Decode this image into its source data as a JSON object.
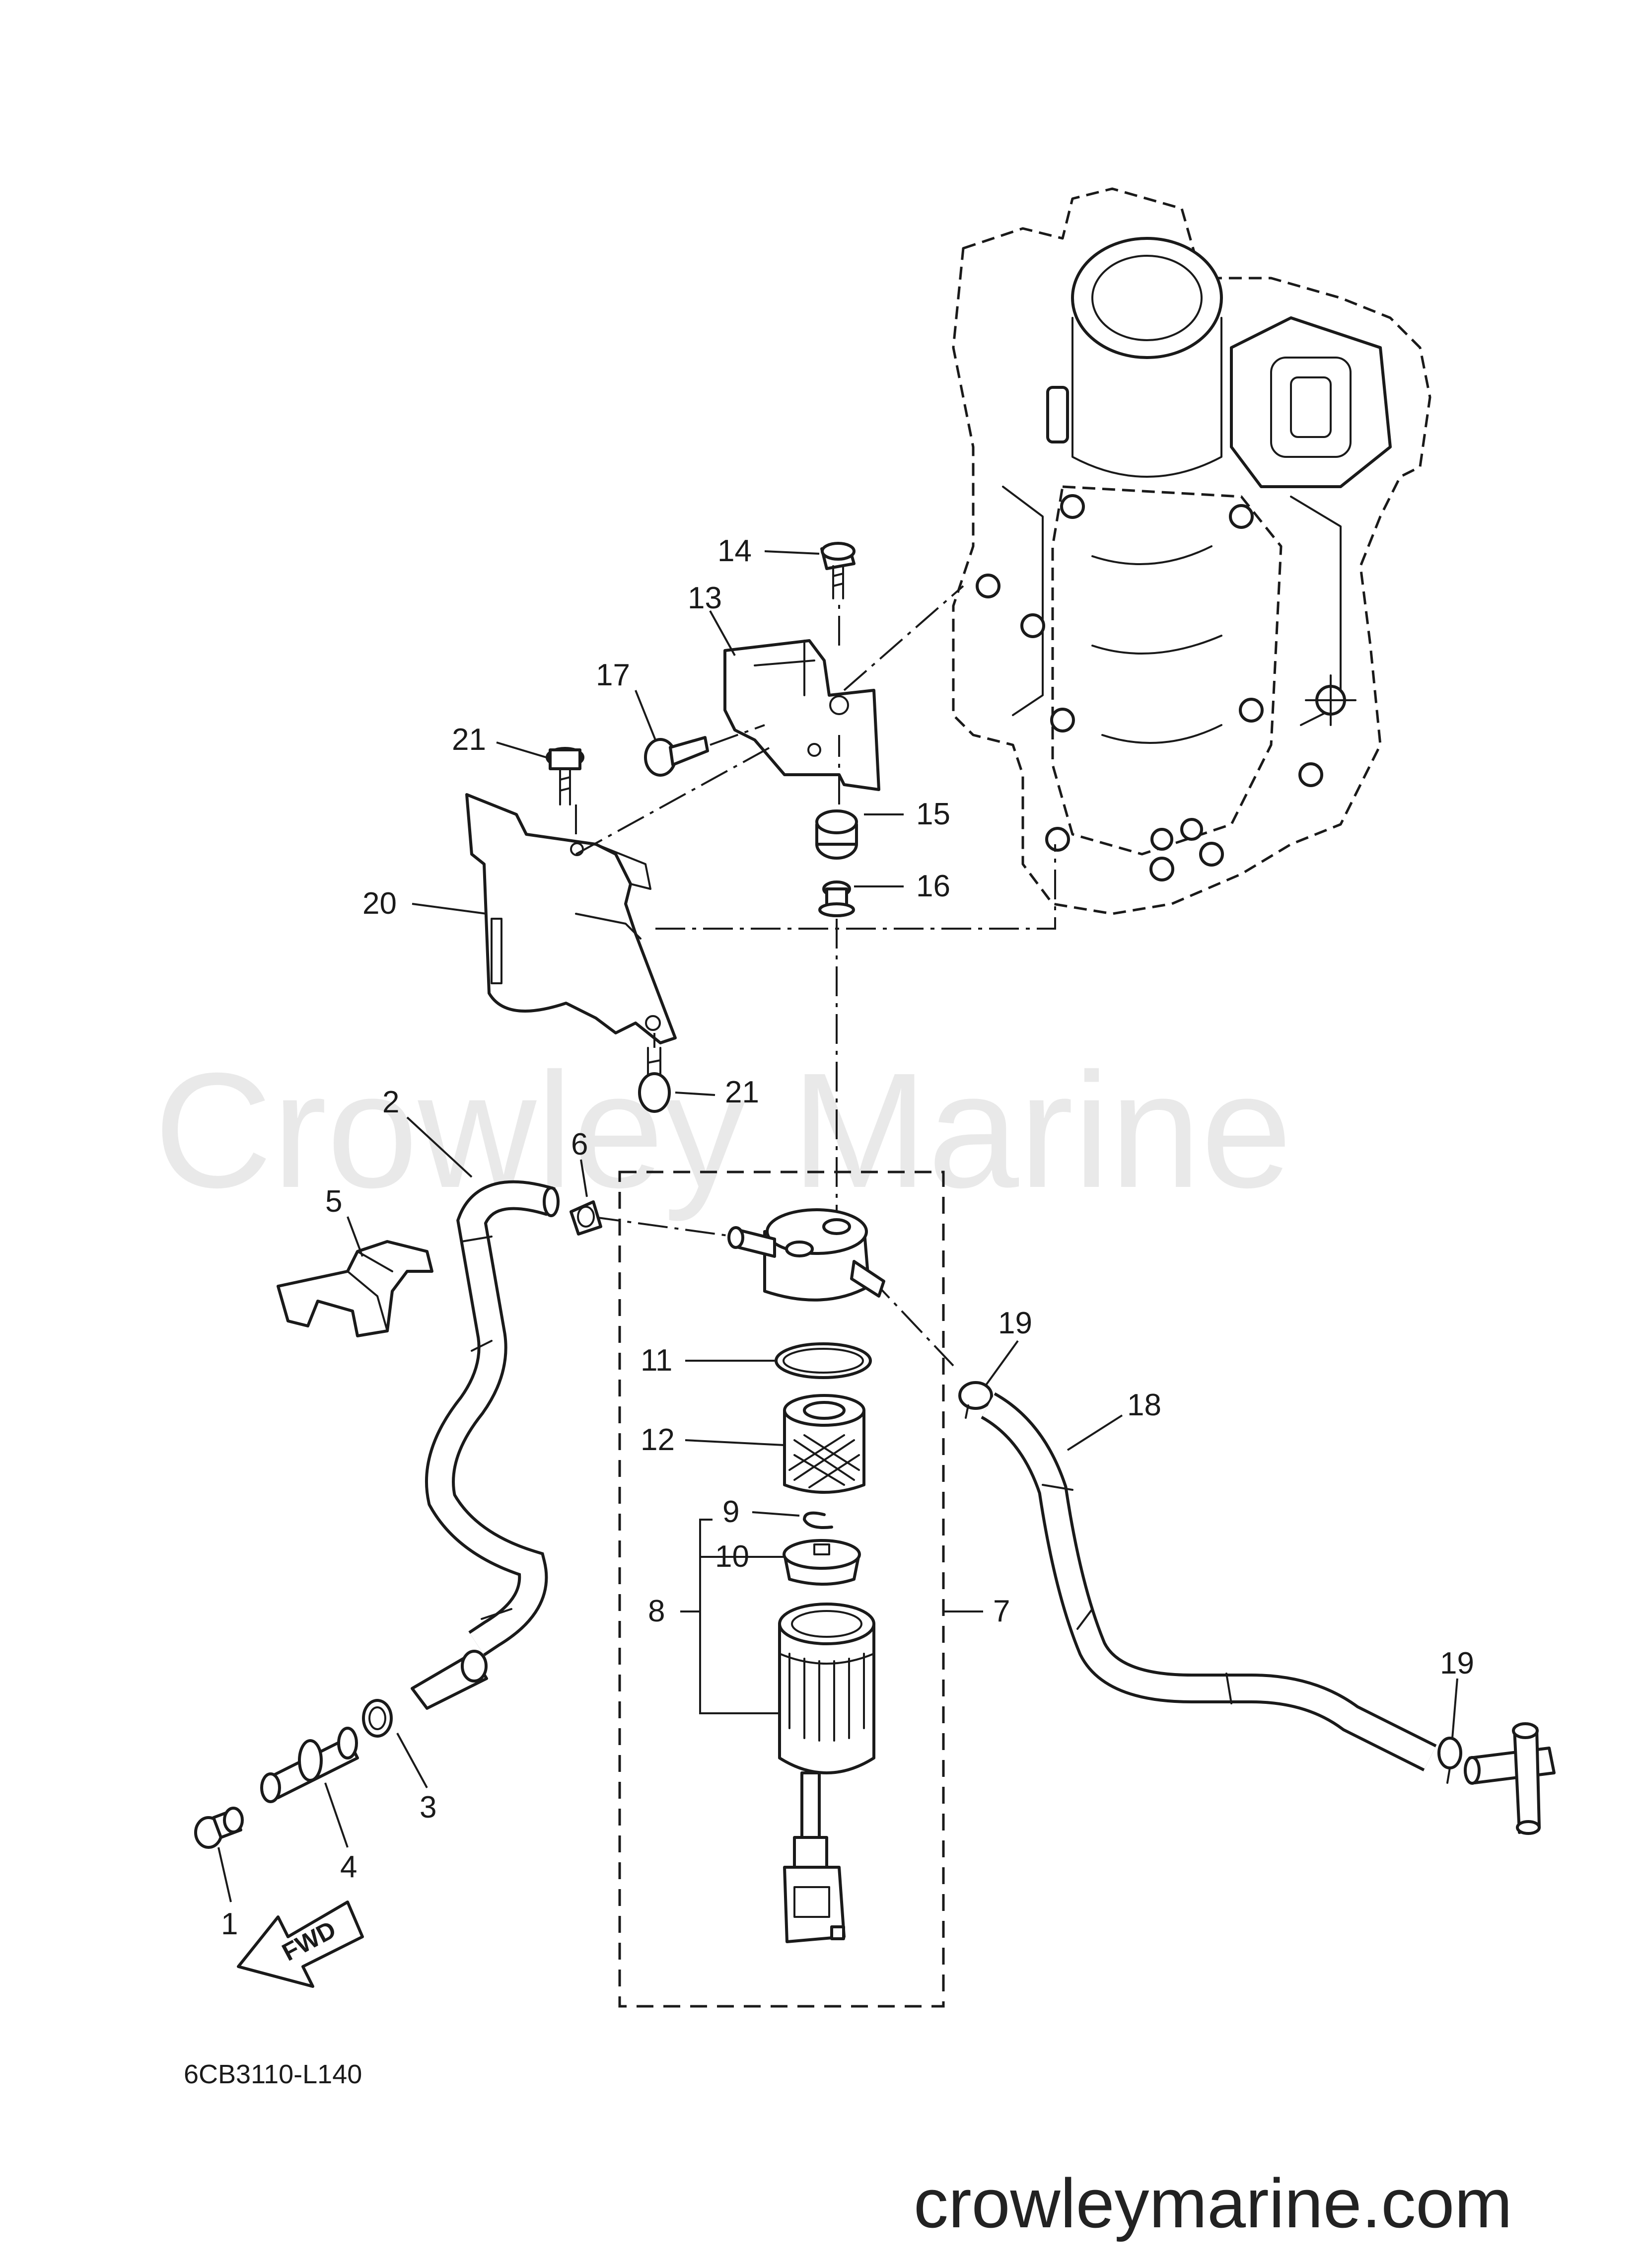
{
  "diagram_code": "6CB3110-L140",
  "watermark": "Crowley Marine",
  "website": "crowleymarine.com",
  "fwd_label": "FWD",
  "callouts": {
    "c1": "1",
    "c2": "2",
    "c3": "3",
    "c4": "4",
    "c5": "5",
    "c6": "6",
    "c7": "7",
    "c8": "8",
    "c9": "9",
    "c10": "10",
    "c11": "11",
    "c12": "12",
    "c13": "13",
    "c14": "14",
    "c15": "15",
    "c16": "16",
    "c17": "17",
    "c18": "18",
    "c19a": "19",
    "c19b": "19",
    "c20": "20",
    "c21a": "21",
    "c21b": "21"
  }
}
